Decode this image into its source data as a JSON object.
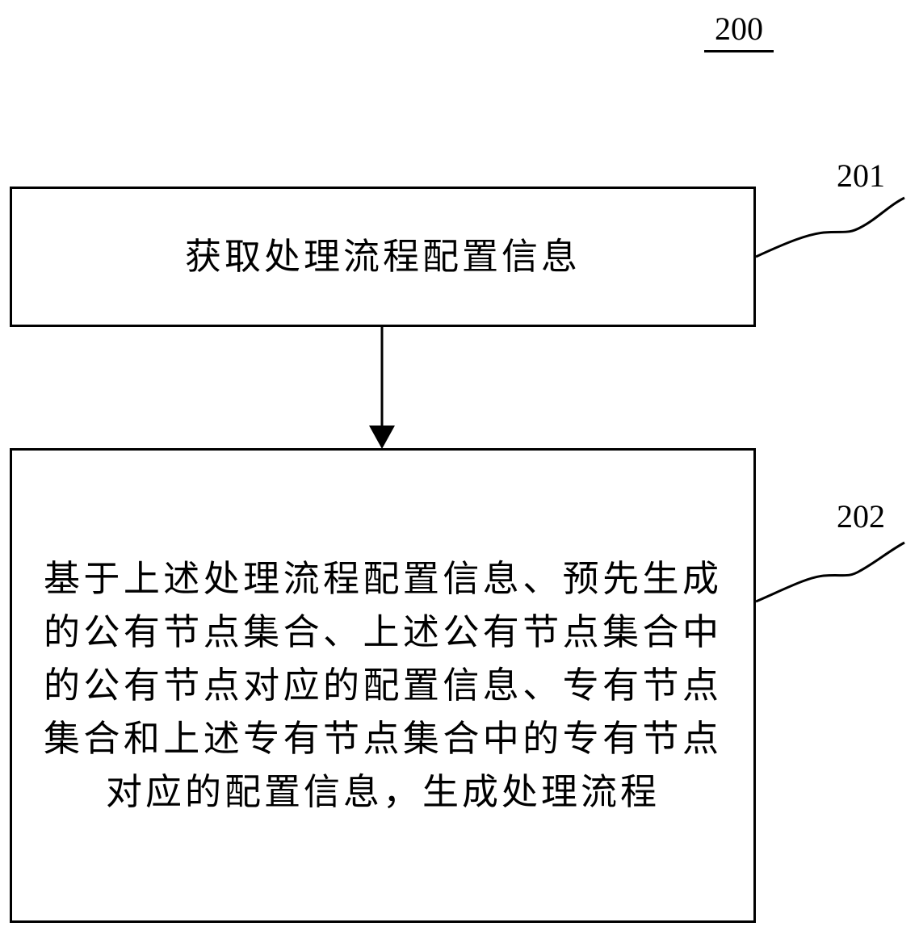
{
  "figure": {
    "number": "200"
  },
  "steps": [
    {
      "ref": "201",
      "text": "获取处理流程配置信息"
    },
    {
      "ref": "202",
      "text": "基于上述处理流程配置信息、预先生成的公有节点集合、上述公有节点集合中的公有节点对应的配置信息、专有节点集合和上述专有节点集合中的专有节点对应的配置信息，生成处理流程"
    }
  ],
  "colors": {
    "stroke": "#000000",
    "background": "#ffffff"
  }
}
